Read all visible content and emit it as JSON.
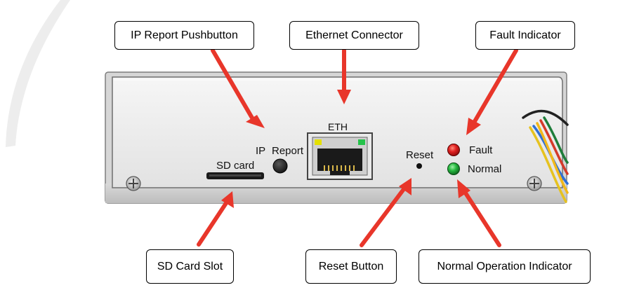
{
  "callouts": {
    "ip_report_pushbutton": "IP Report Pushbutton",
    "ethernet_connector": "Ethernet Connector",
    "fault_indicator": "Fault Indicator",
    "sd_card_slot": "SD Card Slot",
    "reset_button": "Reset Button",
    "normal_operation_indicator": "Normal Operation Indicator"
  },
  "panel_labels": {
    "eth": "ETH",
    "ip": "IP",
    "report": "Report",
    "sd_card": "SD card",
    "reset": "Reset",
    "fault": "Fault",
    "normal": "Normal"
  },
  "colors": {
    "arrow": "#e8362a",
    "fault_led": "#d81c1c",
    "normal_led": "#25b840",
    "panel": "#ececec",
    "panel_border": "#8a8a8a"
  },
  "icons": {
    "screw_left": "screw-icon",
    "screw_right": "screw-icon",
    "ethernet_port": "ethernet-port-icon"
  }
}
